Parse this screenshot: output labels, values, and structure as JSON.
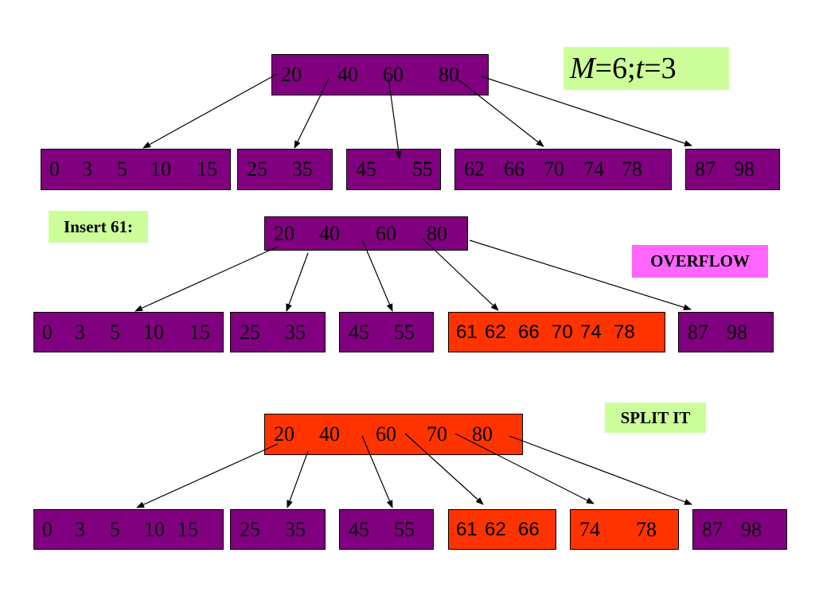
{
  "colors": {
    "node_default": "#800080",
    "node_highlight": "#ff3300",
    "label_green": "#ccff99",
    "label_pink": "#ff66ff"
  },
  "labels": {
    "formula": {
      "M": "M",
      "eq1": " =6; ",
      "t": "t",
      "eq2": " =3"
    },
    "insert": "Insert 61:",
    "overflow": "OVERFLOW",
    "split": "SPLIT IT"
  },
  "diagrams": [
    {
      "root": {
        "keys": [
          "20",
          "40",
          "60",
          "80"
        ],
        "highlight": false
      },
      "children": [
        {
          "keys": [
            "0",
            "3",
            "5",
            "10",
            "15"
          ],
          "highlight": false
        },
        {
          "keys": [
            "25",
            "35"
          ],
          "highlight": false
        },
        {
          "keys": [
            "45",
            "55"
          ],
          "highlight": false
        },
        {
          "keys": [
            "62",
            "66",
            "70",
            "74",
            "78"
          ],
          "highlight": false
        },
        {
          "keys": [
            "87",
            "98"
          ],
          "highlight": false
        }
      ]
    },
    {
      "root": {
        "keys": [
          "20",
          "40",
          "60",
          "80"
        ],
        "highlight": false
      },
      "children": [
        {
          "keys": [
            "0",
            "3",
            "5",
            "10",
            "15"
          ],
          "highlight": false
        },
        {
          "keys": [
            "25",
            "35"
          ],
          "highlight": false
        },
        {
          "keys": [
            "45",
            "55"
          ],
          "highlight": false
        },
        {
          "keys": [
            "61",
            "62",
            "66",
            "70",
            "74",
            "78"
          ],
          "highlight": true
        },
        {
          "keys": [
            "87",
            "98"
          ],
          "highlight": false
        }
      ]
    },
    {
      "root": {
        "keys": [
          "20",
          "40",
          "60",
          "70",
          "80"
        ],
        "highlight": true
      },
      "children": [
        {
          "keys": [
            "0",
            "3",
            "5",
            "10",
            "15"
          ],
          "highlight": false
        },
        {
          "keys": [
            "25",
            "35"
          ],
          "highlight": false
        },
        {
          "keys": [
            "45",
            "55"
          ],
          "highlight": false
        },
        {
          "keys": [
            "61",
            "62",
            "66"
          ],
          "highlight": true
        },
        {
          "keys": [
            "74",
            "78"
          ],
          "highlight": true
        },
        {
          "keys": [
            "87",
            "98"
          ],
          "highlight": false
        }
      ]
    }
  ]
}
